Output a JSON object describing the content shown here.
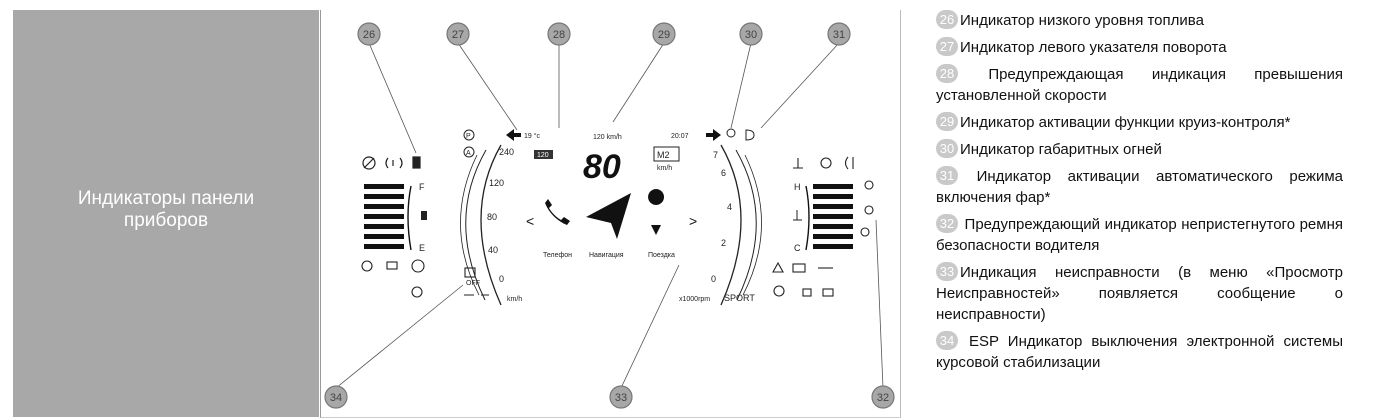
{
  "left": {
    "title_line1": "Индикаторы панели",
    "title_line2": "приборов"
  },
  "cluster": {
    "callouts": [
      "26",
      "27",
      "28",
      "29",
      "30",
      "31",
      "32",
      "33",
      "34"
    ],
    "digital_speed": "80",
    "gear": "M2",
    "speed_unit": "km/h",
    "cruise_set": "120 km/h",
    "speed_limit_badge": "120",
    "outside_temp": "19 °c",
    "clock": "20:07",
    "speedo_ticks": [
      "240",
      "120",
      "80",
      "40",
      "0"
    ],
    "tacho_ticks": [
      "7",
      "6",
      "4",
      "2",
      "0"
    ],
    "speedo_unit": "km/h",
    "tacho_unit": "x1000rpm",
    "drive_mode": "SPORT",
    "fuel_full": "F",
    "fuel_empty": "E",
    "temp_hot": "H",
    "temp_cold": "C",
    "menu": [
      "Телефон",
      "Навигация",
      "Поездка"
    ],
    "left_arrow": "<",
    "right_arrow": ">"
  },
  "legend": [
    {
      "num": "26",
      "text": "Индикатор низкого уровня топлива"
    },
    {
      "num": "27",
      "text": "Индикатор левого указателя поворота"
    },
    {
      "num": "28",
      "text": " Предупреждающая индикация превышения установленной скорости"
    },
    {
      "num": "29",
      "text": "Индикатор активации функции круиз-контроля*"
    },
    {
      "num": "30",
      "text": "Индикатор габаритных огней"
    },
    {
      "num": "31",
      "text": " Индикатор активации автоматического режима включения фар*"
    },
    {
      "num": "32",
      "text": " Предупреждающий индикатор непристегнутого ремня безопасности водителя"
    },
    {
      "num": "33",
      "text": "Индикация неисправности (в меню «Просмотр Неисправностей» появляется сообщение о неисправности)"
    },
    {
      "num": "34",
      "text": " ESP Индикатор выключения электронной системы курсовой стабилизации"
    }
  ],
  "colors": {
    "panel_gray": "#a8a8a8",
    "badge_gray": "#c9c9c9"
  }
}
